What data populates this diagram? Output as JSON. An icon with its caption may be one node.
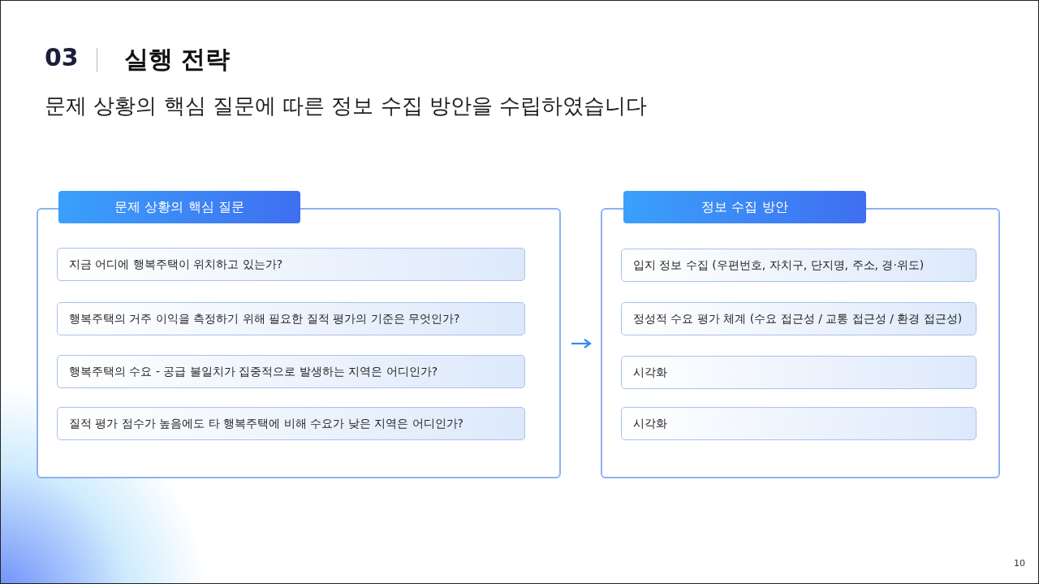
{
  "diagram": {
    "title": "실행 전략",
    "nodes": [
      {
        "text": [
          "문제 상황의 핵심 질문"
        ]
      },
      {
        "text": [
          "지금 어디에 행복주택이 위치하고 있는가?"
        ],
        "in": 0
      },
      {
        "text": [
          "행복주택의 거주 이익을 측정하기 위해 필요한 질적 평가의 기준은 무엇인가?"
        ],
        "in": 0
      },
      {
        "text": [
          "행복주택의 수요 - 공급 불일치가 집중적으로 발생하는 지역은 어디인가?"
        ],
        "in": 0
      },
      {
        "text": [
          "질적 평가 점수가 높음에도 타 행복주택에 비해 수요가 낮은 지역은 어디인가?"
        ],
        "in": 0
      },
      {
        "text": [
          "정보 수집 방안"
        ]
      },
      {
        "text": [
          "입지 정보 수집 (우편번호, 자치구, 단지명, 주소, 경·위도)"
        ],
        "in": 5
      },
      {
        "text": [
          "정성적 수요 평가 체계 (수요 접근성 / 교통 접근성 / 환경 접근성)"
        ],
        "in": 5
      },
      {
        "text": [
          "시각화"
        ],
        "in": 5
      },
      {
        "text": [
          "시각화"
        ],
        "in": 5
      }
    ],
    "edges": [
      {
        "from": 0,
        "to": 5,
        "arrow": "to"
      }
    ],
    "labels": [
      "03",
      "문제 상황의 핵심 질문에 따른 정보 수집 방안을 수립하였습니다",
      "10"
    ]
  }
}
